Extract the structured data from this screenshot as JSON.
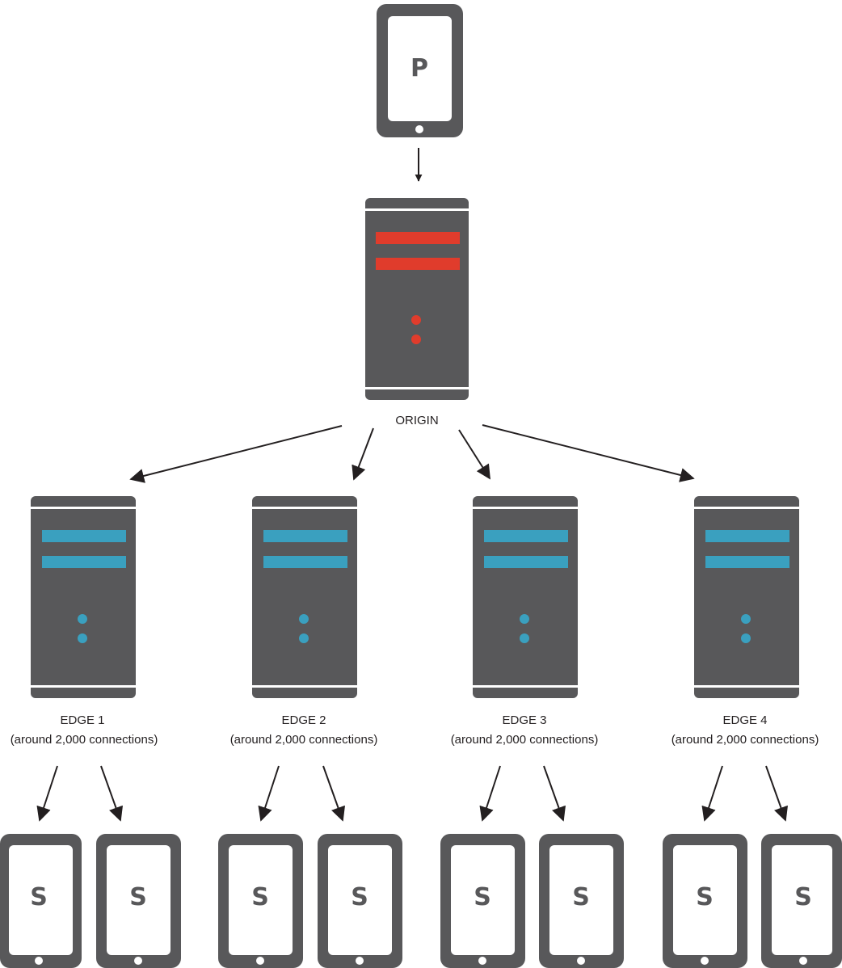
{
  "colors": {
    "device_gray": "#58585a",
    "origin_accent": "#e03c2c",
    "edge_accent": "#3aa0bf",
    "arrow": "#231f20"
  },
  "publisher": {
    "letter": "P",
    "icon": "tablet-icon"
  },
  "origin": {
    "label": "ORIGIN",
    "icon": "server-icon"
  },
  "edges": [
    {
      "name": "EDGE 1",
      "detail": "(around 2,000 connections)",
      "icon": "server-icon"
    },
    {
      "name": "EDGE 2",
      "detail": "(around 2,000 connections)",
      "icon": "server-icon"
    },
    {
      "name": "EDGE 3",
      "detail": "(around 2,000 connections)",
      "icon": "server-icon"
    },
    {
      "name": "EDGE 4",
      "detail": "(around 2,000 connections)",
      "icon": "server-icon"
    }
  ],
  "subscriber": {
    "letter": "S",
    "icon": "tablet-icon"
  }
}
